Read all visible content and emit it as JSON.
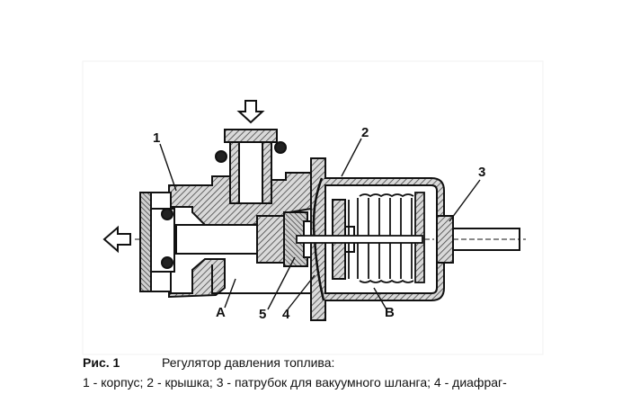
{
  "figure": {
    "callouts": {
      "c1": "1",
      "c2": "2",
      "c3": "3",
      "cA": "A",
      "c5": "5",
      "c4": "4",
      "cB": "B"
    }
  },
  "caption": {
    "fig_label": "Рис. 1",
    "title": "Регулятор давления топлива:",
    "legend": "1 - корпус; 2 - крышка; 3 - патрубок для вакуумного шланга; 4 - диафраг-"
  },
  "colors": {
    "ink": "#111111",
    "hatch": "#555555",
    "paper": "#ffffff"
  }
}
